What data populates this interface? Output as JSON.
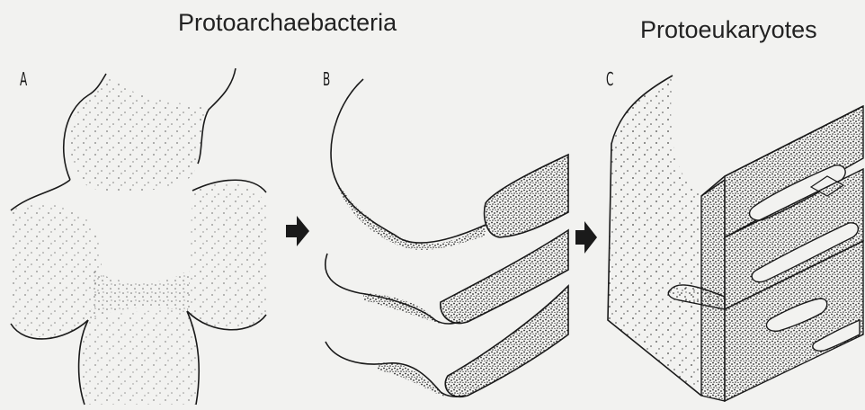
{
  "headings": {
    "left": "Protoarchaebacteria",
    "right": "Protoeukaryotes"
  },
  "panels": {
    "a": "A",
    "b": "B",
    "c": "C"
  },
  "colors": {
    "background": "#f2f2f0",
    "ink": "#1a1a1a"
  },
  "icons": {
    "arrow_1": "right-pointing-arrow",
    "arrow_2": "right-pointing-arrow"
  }
}
